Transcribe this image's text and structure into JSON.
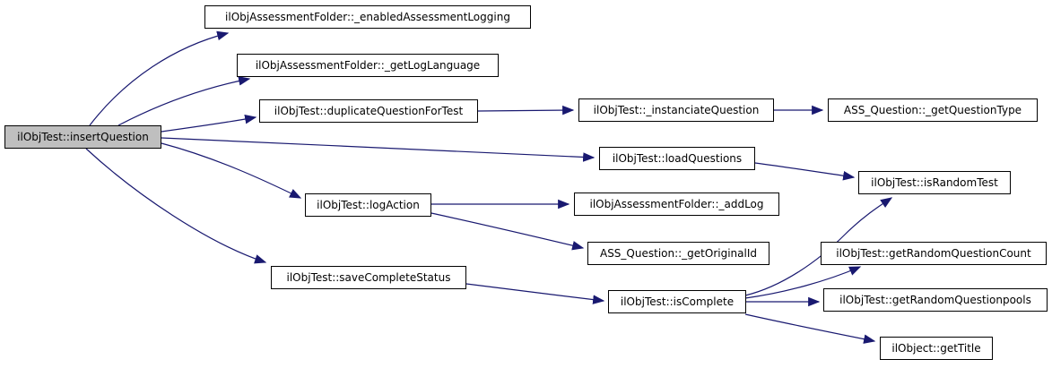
{
  "diagram": {
    "type": "call_graph",
    "focus_node": "ilObjTest::insertQuestion",
    "colors": {
      "edge": "#191970",
      "node_border": "#000000",
      "node_fill": "#ffffff",
      "focus_node_fill": "#bfbfbf",
      "text": "#000000",
      "background": "#ffffff"
    },
    "nodes": [
      {
        "label": "ilObjTest::insertQuestion",
        "focus": true
      },
      {
        "label": "ilObjAssessmentFolder::_enabledAssessmentLogging"
      },
      {
        "label": "ilObjAssessmentFolder::_getLogLanguage"
      },
      {
        "label": "ilObjTest::duplicateQuestionForTest"
      },
      {
        "label": "ilObjTest::logAction"
      },
      {
        "label": "ilObjTest::saveCompleteStatus"
      },
      {
        "label": "ilObjTest::_instanciateQuestion"
      },
      {
        "label": "ilObjTest::loadQuestions"
      },
      {
        "label": "ilObjAssessmentFolder::_addLog"
      },
      {
        "label": "ASS_Question::_getOriginalId"
      },
      {
        "label": "ilObjTest::isComplete"
      },
      {
        "label": "ASS_Question::_getQuestionType"
      },
      {
        "label": "ilObjTest::isRandomTest"
      },
      {
        "label": "ilObjTest::getRandomQuestionCount"
      },
      {
        "label": "ilObjTest::getRandomQuestionpools"
      },
      {
        "label": "ilObject::getTitle"
      }
    ],
    "edges": [
      {
        "from": "ilObjTest::insertQuestion",
        "to": "ilObjAssessmentFolder::_enabledAssessmentLogging"
      },
      {
        "from": "ilObjTest::insertQuestion",
        "to": "ilObjAssessmentFolder::_getLogLanguage"
      },
      {
        "from": "ilObjTest::insertQuestion",
        "to": "ilObjTest::duplicateQuestionForTest"
      },
      {
        "from": "ilObjTest::insertQuestion",
        "to": "ilObjTest::loadQuestions"
      },
      {
        "from": "ilObjTest::insertQuestion",
        "to": "ilObjTest::logAction"
      },
      {
        "from": "ilObjTest::insertQuestion",
        "to": "ilObjTest::saveCompleteStatus"
      },
      {
        "from": "ilObjTest::duplicateQuestionForTest",
        "to": "ilObjTest::_instanciateQuestion"
      },
      {
        "from": "ilObjTest::_instanciateQuestion",
        "to": "ASS_Question::_getQuestionType"
      },
      {
        "from": "ilObjTest::loadQuestions",
        "to": "ilObjTest::isRandomTest"
      },
      {
        "from": "ilObjTest::logAction",
        "to": "ilObjAssessmentFolder::_addLog"
      },
      {
        "from": "ilObjTest::logAction",
        "to": "ASS_Question::_getOriginalId"
      },
      {
        "from": "ilObjTest::saveCompleteStatus",
        "to": "ilObjTest::isComplete"
      },
      {
        "from": "ilObjTest::isComplete",
        "to": "ilObjTest::isRandomTest"
      },
      {
        "from": "ilObjTest::isComplete",
        "to": "ilObjTest::getRandomQuestionCount"
      },
      {
        "from": "ilObjTest::isComplete",
        "to": "ilObjTest::getRandomQuestionpools"
      },
      {
        "from": "ilObjTest::isComplete",
        "to": "ilObject::getTitle"
      }
    ]
  }
}
